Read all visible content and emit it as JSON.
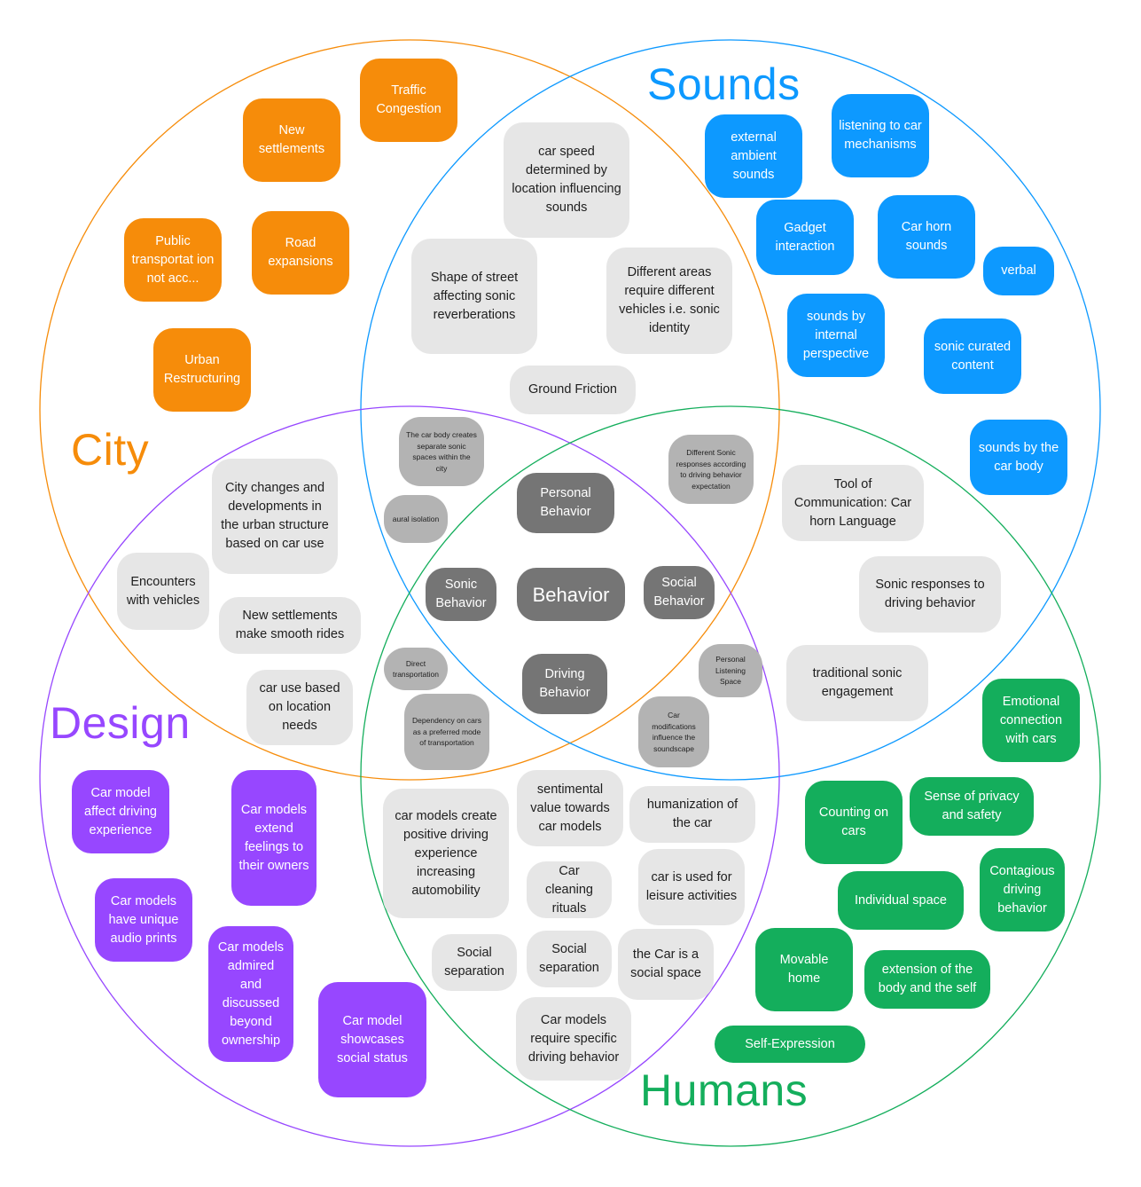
{
  "titles": {
    "sounds": "Sounds",
    "city": "City",
    "design": "Design",
    "humans": "Humans"
  },
  "colors": {
    "city": "#F68C0A",
    "sounds": "#0D99FF",
    "design": "#9747FF",
    "humans": "#14AE5C",
    "light": "#E6E6E6",
    "small": "#B3B3B3",
    "dark": "#757575"
  },
  "city": [
    "Traffic Congestion",
    "New settlements",
    "Public transportat ion not acc...",
    "Road expansions",
    "Urban Restructuring"
  ],
  "sounds": [
    "external ambient sounds",
    "listening to car mechanisms",
    "Gadget interaction",
    "Car horn sounds",
    "verbal",
    "sounds by internal perspective",
    "sonic curated content",
    "sounds by the car body"
  ],
  "design": [
    "Car model affect driving experience",
    "Car models extend feelings to their owners",
    "Car models have unique audio prints",
    "Car models admired and discussed beyond ownership",
    "Car model showcases social status"
  ],
  "humans": [
    "Emotional connection with cars",
    "Counting on cars",
    "Sense of privacy and safety",
    "Individual space",
    "Contagious driving behavior",
    "Movable home",
    "extension of the body and the self",
    "Self-Expression"
  ],
  "light": [
    "car speed determined by location influencing sounds",
    "Shape of street affecting sonic reverberations",
    "Different areas require different vehicles i.e. sonic identity",
    "Ground  Friction",
    "City changes and developments in the urban structure based on car use",
    "Encounters with vehicles",
    "New settlements make smooth rides",
    "car use based on location needs",
    "Tool of Communication: Car horn Language",
    "Sonic responses to driving behavior",
    "traditional sonic engagement",
    "car models create positive driving experience increasing automobility",
    "sentimental value towards car models",
    "humanization of the car",
    "Car cleaning rituals",
    "car is used for leisure activities",
    "Social separation",
    "Social separation",
    "the Car is a social space",
    "Car models require specific driving behavior"
  ],
  "small": [
    "The car body creates separate sonic spaces within the city",
    "aural isolation",
    "Different Sonic responses according to driving behavior expectation",
    "Direct transportation",
    "Dependency on cars as a preferred mode of transportation",
    "Personal Listening Space",
    "Car modifications influence the soundscape"
  ],
  "dark": [
    "Personal Behavior",
    "Sonic Behavior",
    "Behavior",
    "Social Behavior",
    "Driving Behavior"
  ]
}
